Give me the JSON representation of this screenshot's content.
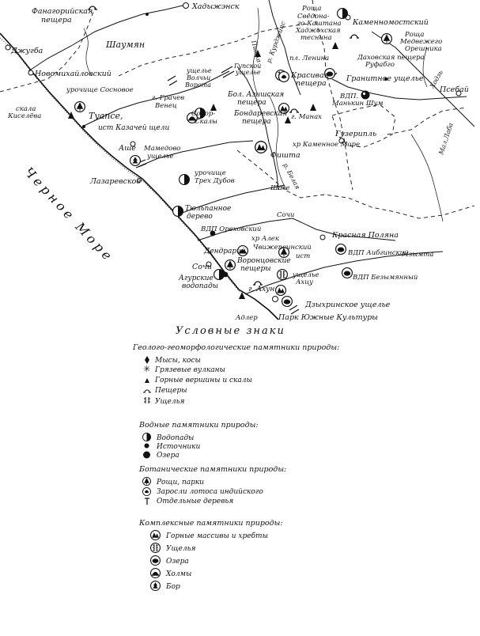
{
  "map": {
    "sea": "Черное Море",
    "places": {
      "fanagoriyskaya": "Фанагорийская",
      "peshchera": "пещера",
      "khadyzhensk": "Хадыжэнск",
      "dzhugba": "Джугба",
      "shaumyan": "Шаумян",
      "pshekha": "Пшеха",
      "kamennomostsky": "Каменномостский",
      "roshcha_tis": "Роща",
      "sv_tis": "Свёдона-",
      "go_kaitana": "го Каштана",
      "khadzhokh": "Хаджохская",
      "tesnina": "теснина",
      "roshcha_med": "Роща",
      "medvezhego": "Медвежего",
      "oreshnika": "Орешника",
      "dakhovskaya": "Даховская пещера",
      "rufabgo": "Руфабго",
      "novomikhailovsky": "Новомихайловский",
      "kurdzhips": "р. Курджипс",
      "gupsekoy": "Гупской",
      "ushchelye_kh": "ущелье",
      "lenina": "пл. Ленина",
      "krasivaya": "Красивая",
      "peshchera_kr": "пещера",
      "granitnoe": "Гранитное ущелье",
      "khodz": "Ходзь",
      "psebay": "Псебай",
      "ushchelye_sosn": "урочище Сосновое",
      "volchyi": "Волчьи",
      "vorota": "Ворота",
      "ushchelye_v": "ущелье",
      "g_grachev": "г. Грачев",
      "venets": "Венец",
      "bol_azish": "Бол. Азишская",
      "peshchera_az": "пещера",
      "vdp_mankin": "ВДП.",
      "mankin_shum": "Манькин Шум",
      "malaya_laba": "Мал.Лаба",
      "skala": "скала",
      "kiseleva": "Киселёва",
      "tuapse": "Туапсе,",
      "ist_kaz": "ист Казачей щели",
      "sobor": "Собор-",
      "skaly": "Скалы",
      "bondarevskaya": "Бондаревская",
      "peshchera_b": "пещера",
      "g_manakh": "г. Манах",
      "guzeripl": "Гузерипль",
      "kh_kamennoe": "хр Каменное Море",
      "fisht": "Фишта",
      "ashe": "Аше",
      "mamedovo": "Мамедово",
      "ushchelye_m": "ущелье",
      "belaya": "р. Белая",
      "lazarevskoe": "Лазаревское",
      "urochishche": "урочище",
      "tryokh_dubov": "Трех Дубов",
      "shakhe": "Шахе",
      "tyulpannoe": "Тюльпанное",
      "derevo": "дерево",
      "vdp_orekh": "ВДП Ореховский",
      "sochi_r": "Сочи",
      "krasnaya_polyana": "Красная Поляна",
      "kh_alek": "хр Алек",
      "chvizhepse": "Чвижепсинский",
      "ist": "ист",
      "vdp_aibga": "ВДП Аибгинский",
      "mzymta": "Мзымта",
      "dendrariy": "Дендрарий",
      "vorontsovskie": "Воронцовские",
      "peshchery": "пещеры",
      "sochi": "Сочи",
      "agurskie": "Агурские",
      "vodopady": "водопады",
      "ushchelye_akhtsu": "ущелье",
      "akhtsu": "Ахцу",
      "vdp_bezym": "ВДП Безымянный",
      "g_akhun": "г. Ахун",
      "dzykhrinskoe": "Дзыхринское ущелье",
      "adler": "Адлер",
      "park": "Парк Южные Культуры"
    }
  },
  "legend": {
    "title": "Условные знаки",
    "geo_heading": "Геолого-геоморфологические памятники природы:",
    "geo": [
      {
        "sym": "cape-icon",
        "label": "Мысы, косы"
      },
      {
        "sym": "mud-volcano-icon",
        "label": "Грязевые вулканы"
      },
      {
        "sym": "mountain-peak-icon",
        "label": "Горные вершины и скалы"
      },
      {
        "sym": "cave-icon",
        "label": "Пещеры"
      },
      {
        "sym": "gorge-icon",
        "label": "Ущелья"
      }
    ],
    "water_heading": "Водные памятники природы:",
    "water": [
      {
        "sym": "waterfall-icon",
        "label": "Водопады"
      },
      {
        "sym": "spring-icon",
        "label": "Источники"
      },
      {
        "sym": "lake-icon",
        "label": "Озера"
      }
    ],
    "bot_heading": "Ботанические памятники природы:",
    "bot": [
      {
        "sym": "grove-icon",
        "label": "Рощи, парки"
      },
      {
        "sym": "lotus-icon",
        "label": "Заросли лотоса индийского"
      },
      {
        "sym": "tree-icon",
        "label": "Отдельные деревья"
      }
    ],
    "complex_heading": "Комплексные памятники природы:",
    "complex": [
      {
        "sym": "massif-icon",
        "label": "Горные массивы и хребты"
      },
      {
        "sym": "complex-gorge-icon",
        "label": "Ущелья"
      },
      {
        "sym": "complex-lake-icon",
        "label": "Озера"
      },
      {
        "sym": "hill-icon",
        "label": "Холмы"
      },
      {
        "sym": "pine-forest-icon",
        "label": "Бор"
      }
    ]
  },
  "colors": {
    "ink": "#111111",
    "paper": "#ffffff",
    "shade": "#8a8a8a"
  }
}
